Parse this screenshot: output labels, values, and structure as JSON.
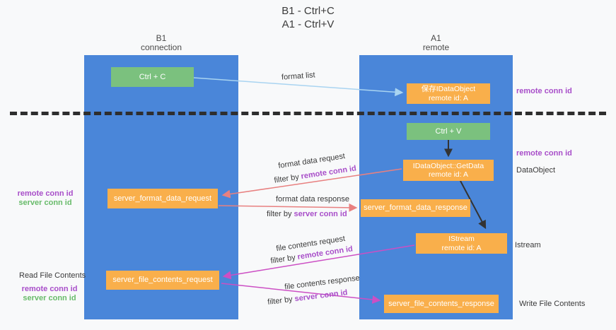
{
  "colors": {
    "column_blue": "#4a86d9",
    "box_green": "#7bc17e",
    "box_orange": "#f9af4b",
    "conn_id_purple": "#a84ec9",
    "conn_id_green": "#68bb6a",
    "arrow_salmon": "#e88080",
    "arrow_magenta": "#cc4fc4",
    "arrow_lightblue": "#a9d4f1",
    "arrow_black": "#333333",
    "background": "#f8f9fa"
  },
  "title": {
    "line1": "B1 - Ctrl+C",
    "line2": "A1 - Ctrl+V"
  },
  "lanes": {
    "left": {
      "title": "B1",
      "subtitle": "connection"
    },
    "right": {
      "title": "A1",
      "subtitle": "remote"
    }
  },
  "nodes": {
    "ctrl_c": {
      "label": "Ctrl + C"
    },
    "save_idataobject": {
      "line1": "保存IDataObject",
      "line2": "remote id: A"
    },
    "ctrl_v": {
      "label": "Ctrl + V"
    },
    "idataobject_getdata": {
      "line1": "IDataObject::GetData",
      "line2": "remote id: A"
    },
    "server_format_data_request": {
      "label": "server_format_data_request"
    },
    "server_format_data_response": {
      "label": "server_format_data_response"
    },
    "istream": {
      "line1": "IStream",
      "line2": "remote id: A"
    },
    "server_file_contents_request": {
      "label": "server_file_contents_request"
    },
    "server_file_contents_response": {
      "label": "server_file_contents_response"
    }
  },
  "edge_labels": {
    "format_list": "format list",
    "format_data_request": "format data request",
    "format_data_request_filter_prefix": "filter by ",
    "format_data_request_filter_key": "remote conn id",
    "format_data_response": "format data response",
    "format_data_response_filter_prefix": "filter by ",
    "format_data_response_filter_key": "server conn id",
    "file_contents_request": "file contents request",
    "file_contents_request_filter_prefix": "filter by ",
    "file_contents_request_filter_key": "remote conn id",
    "file_contents_response": "file contents response",
    "file_contents_response_filter_prefix": "filter by ",
    "file_contents_response_filter_key": "server conn id"
  },
  "side_labels": {
    "remote_conn_id_top": "remote conn id",
    "remote_conn_id_mid": "remote conn id",
    "dataobject": "DataObject",
    "istream": "Istream",
    "write_file_contents": "Write File Contents",
    "left_format_remote": "remote conn id",
    "left_format_server": "server conn id",
    "read_file_contents": "Read File Contents",
    "left_file_remote": "remote conn id",
    "left_file_server": "server conn id"
  }
}
